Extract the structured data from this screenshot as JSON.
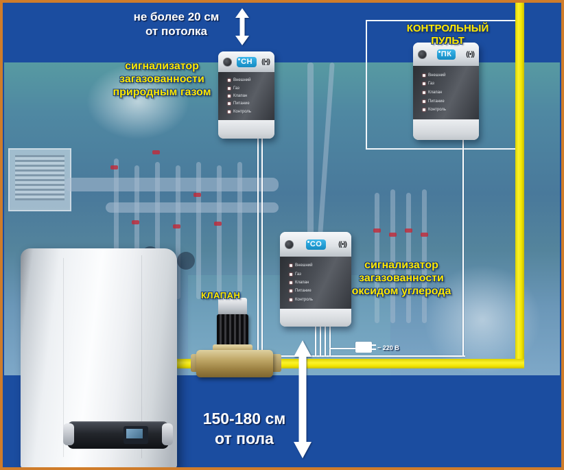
{
  "colors": {
    "frame_orange": "#cf7c2a",
    "background_blue": "#1b4da0",
    "gas_line_yellow": "#f1e400",
    "label_yellow": "#ffe800",
    "badge_blue": "#2aa3d8",
    "wire_white": "#ffffff"
  },
  "labels": {
    "ceiling": {
      "line1": "не более 20 см",
      "line2": "от потолка"
    },
    "ch_detector": {
      "line1": "сигнализатор",
      "line2": "загазованности",
      "line3": "природным газом"
    },
    "control_panel": {
      "line1": "КОНТРОЛЬНЫЙ",
      "line2": "ПУЛЬТ"
    },
    "co_detector": {
      "line1": "сигнализатор",
      "line2": "загазованности",
      "line3": "оксидом углерода"
    },
    "valve": "КЛАПАН",
    "floor": {
      "line1": "150-180 см",
      "line2": "от пола"
    },
    "power": "~ 220 В"
  },
  "devices": {
    "led_labels": [
      "Внешний",
      "Газ",
      "Клапан",
      "Питание",
      "Контроль"
    ],
    "ch": {
      "badge": "CH"
    },
    "co": {
      "badge": "CO"
    },
    "pk": {
      "badge": "ПК"
    }
  },
  "icons": {
    "wireless": "((•))"
  }
}
